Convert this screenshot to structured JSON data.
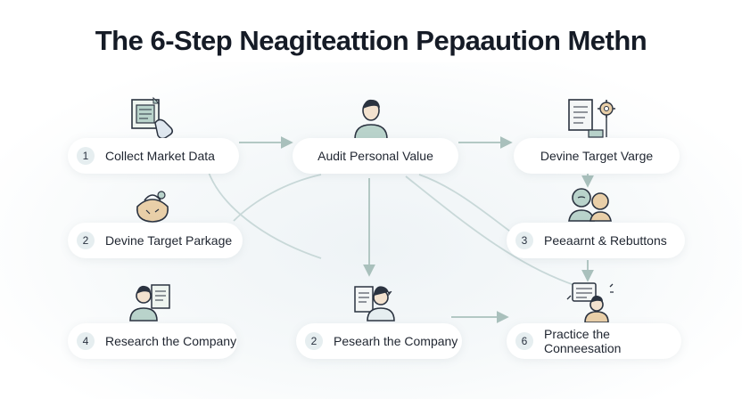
{
  "title": "The 6-Step Neagiteattion Pepaaution Methn",
  "steps": [
    {
      "num": "1",
      "label": "Collect Market Data",
      "icon": "document-hand-icon"
    },
    {
      "num": "",
      "label": "Audit Personal Value",
      "icon": "person-icon"
    },
    {
      "num": "",
      "label": "Devine Target Varge",
      "icon": "document-gear-icon"
    },
    {
      "num": "2",
      "label": "Devine Target Parkage",
      "icon": "bag-icon"
    },
    {
      "num": "3",
      "label": "Peeaarnt & Rebuttons",
      "icon": "two-people-icon"
    },
    {
      "num": "4",
      "label": "Research the Company",
      "icon": "person-screen-icon"
    },
    {
      "num": "2",
      "label": "Pesearh the Company",
      "icon": "woman-document-icon"
    },
    {
      "num": "6",
      "label": "Practice the Conneesation",
      "icon": "person-speech-icon"
    }
  ],
  "colors": {
    "arrow": "#a9c0bc",
    "badge": "#e6eef0",
    "icon_stroke": "#2b3340",
    "icon_fill_green": "#b9d3cb",
    "icon_fill_tan": "#e9cfa8"
  }
}
